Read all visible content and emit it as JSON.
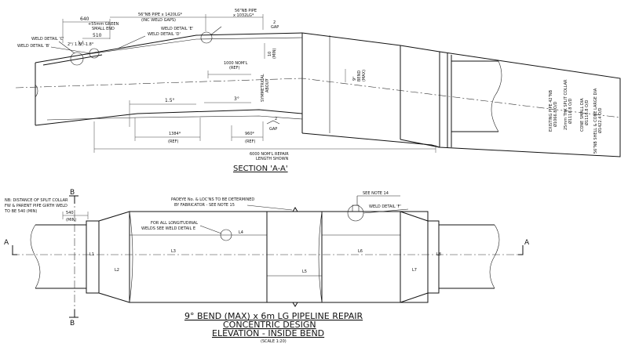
{
  "section": {
    "title": "SECTION 'A-A'",
    "labels": {
      "weld_c": "WELD DETAIL 'C'",
      "weld_b": "WELD DETAIL 'B'",
      "dim_640": "640",
      "green_end": "+55mm GREEN",
      "small_end": "SMALL END",
      "dim_510": "510",
      "dim_angles": "2°/ 1.8°/-1.8°",
      "pipe_top": "56\"NB PIPE x 1420LG*",
      "pipe_top_note": "(INC WELD GAPS)",
      "weld_d": "WELD DETAIL 'D'",
      "weld_e": "WELD DETAIL 'E'",
      "pipe_right": "56\"NB PIPE",
      "pipe_right_len": "x 1032LG*",
      "gap_top": "2",
      "gap_top_word": "GAP",
      "nom_1000": "1000 NOM'L",
      "ref1": "(REF)",
      "dim_10": "10",
      "min": "(MIN)",
      "symmetrical": "SYMMETRICAL",
      "about": "ABOUT",
      "bend": "9°",
      "bend_word": "BEND",
      "max": "(MAX)",
      "dim_15": "1.5°",
      "dim_3": "3°",
      "gap_bottom": "2",
      "gap_bottom_word": "GAP",
      "dim_1384": "1384*",
      "ref2": "(REF)",
      "dim_960": "960*",
      "ref3": "(REF)",
      "repair_len": "6000 NOM'L REPAIR",
      "length_shown": "LENGTH SHOWN",
      "existing_pipe": "EXISTING PIPE 42\"NB",
      "existing_od": "Ø1066.8 O/D",
      "split_collar": "25mm THK SPLIT COLLAR",
      "split_od": "Ø1116.8 O/D",
      "cone_small": "CONE SMALL DIA",
      "cone_small_od": "Ø1116.8 O/D",
      "shell_large": "56\"NB SHELL & CONE LARGE DIA",
      "shell_large_od": "Ø1422.4 O/D"
    }
  },
  "elevation": {
    "note_nb": "NB: DISTANCE OF SPLIT COLLAR",
    "note_nb2": "FW & PARENT PIPE GIRTH WELD",
    "note_nb3": "TO BE 540 (MIN)",
    "dim_540": "540",
    "min": "(MIN)",
    "padeye": "PADEYE No. & LOC'NS TO BE DETERMINED",
    "padeye2": "BY FABRICATOR - SEE NOTE 15",
    "see_note": "SEE NOTE 14",
    "weld_f": "WELD DETAIL 'F'",
    "longitudinal": "FOR ALL LONGITUDINAL",
    "longitudinal2": "WELDS SEE WELD DETAIL E",
    "section_a": "A",
    "section_b": "B",
    "L1": "L1",
    "L2": "L2",
    "L3": "L3",
    "L4": "L4",
    "L5": "L5",
    "L6": "L6",
    "L7": "L7",
    "L8": "L8"
  },
  "title_block": {
    "line1": "9° BEND (MAX) x 6m LG PIPELINE REPAIR",
    "line2": "CONCENTRIC DESIGN",
    "line3": "ELEVATION - INSIDE BEND",
    "scale": "(SCALE 1:20)"
  }
}
